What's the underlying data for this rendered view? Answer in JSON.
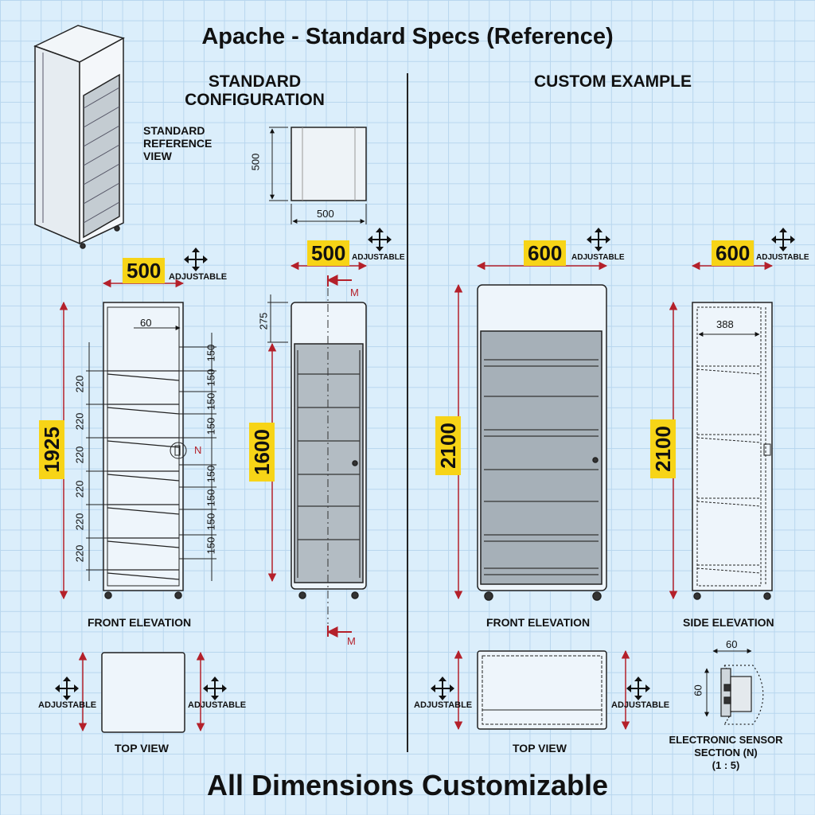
{
  "title": "Apache - Standard Specs (Reference)",
  "footer": "All Dimensions Customizable",
  "left_section": {
    "heading_line1": "STANDARD",
    "heading_line2": "CONFIGURATION",
    "reference_label_line1": "STANDARD",
    "reference_label_line2": "REFERENCE",
    "reference_label_line3": "VIEW",
    "box_height": "500",
    "box_width": "500",
    "front_width": "500",
    "front_height": "1925",
    "inner_offset": "60",
    "shelf_spacings_left": [
      "220",
      "220",
      "220",
      "220",
      "220",
      "220"
    ],
    "shelf_spacings_right": [
      "150",
      "150",
      "150",
      "150",
      "150",
      "150",
      "150",
      "150"
    ],
    "detail_marker": "N",
    "door_width": "500",
    "door_top": "275",
    "door_height": "1600",
    "section_marker": "M",
    "front_elevation_label": "FRONT ELEVATION",
    "top_view_label": "TOP VIEW"
  },
  "right_section": {
    "heading": "CUSTOM EXAMPLE",
    "front_width": "600",
    "front_height": "2100",
    "side_width": "600",
    "side_height": "2100",
    "side_inner": "388",
    "front_elevation_label": "FRONT ELEVATION",
    "side_elevation_label": "SIDE ELEVATION",
    "top_view_label": "TOP VIEW",
    "sensor_width": "60",
    "sensor_height": "60",
    "sensor_label_line1": "ELECTRONIC SENSOR",
    "sensor_label_line2": "SECTION (N)",
    "sensor_scale": "(1 : 5)"
  },
  "adjustable_label": "ADJUSTABLE",
  "colors": {
    "background": "#dbeefb",
    "grid": "#b8d6ee",
    "dimension_line": "#b4202a",
    "highlight": "#f7d417",
    "glass": "#9ea8b0"
  }
}
